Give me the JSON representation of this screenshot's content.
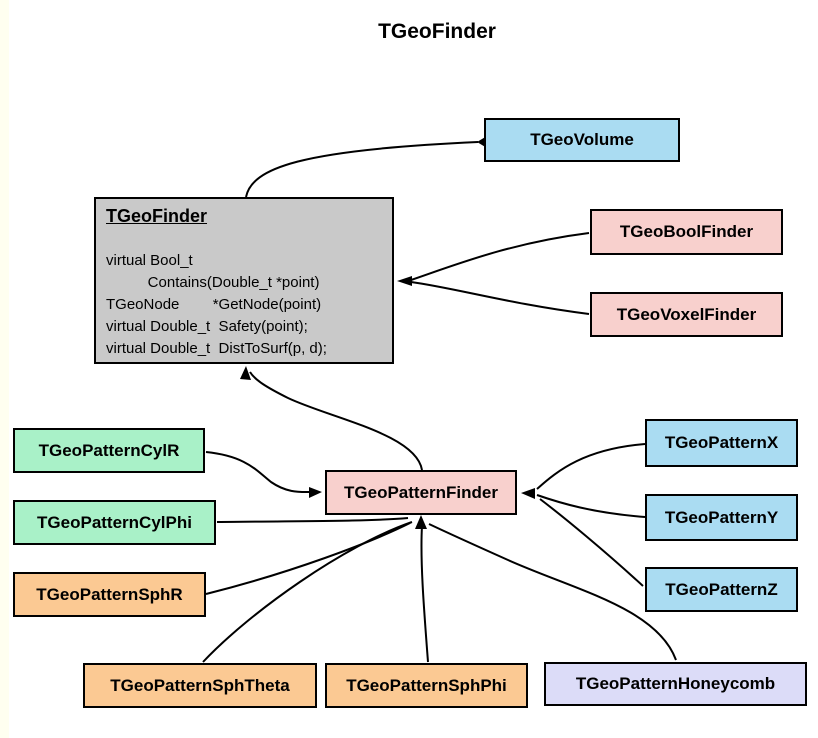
{
  "title": "TGeoFinder",
  "colors": {
    "main_class_fill": "#c9c9c9",
    "blue_fill": "#aadcf2",
    "pink_fill": "#f8d0cd",
    "green_fill": "#a9f1c8",
    "orange_fill": "#fbc993",
    "lavender_fill": "#dcdcf8",
    "line": "#000000",
    "page_background": "#ffffff",
    "left_strip": "#fffff0"
  },
  "main_class": {
    "name": "TGeoFinder",
    "methods": [
      "virtual Bool_t",
      "          Contains(Double_t *point)",
      "TGeoNode        *GetNode(point)",
      "virtual Double_t  Safety(point);",
      "virtual Double_t  DistToSurf(p, d);"
    ]
  },
  "nodes": {
    "volume": {
      "label": "TGeoVolume"
    },
    "bool_finder": {
      "label": "TGeoBoolFinder"
    },
    "voxel_finder": {
      "label": "TGeoVoxelFinder"
    },
    "pattern_finder": {
      "label": "TGeoPatternFinder"
    },
    "pattern_cyl_r": {
      "label": "TGeoPatternCylR"
    },
    "pattern_cyl_phi": {
      "label": "TGeoPatternCylPhi"
    },
    "pattern_sph_r": {
      "label": "TGeoPatternSphR"
    },
    "pattern_x": {
      "label": "TGeoPatternX"
    },
    "pattern_y": {
      "label": "TGeoPatternY"
    },
    "pattern_z": {
      "label": "TGeoPatternZ"
    },
    "pattern_sph_theta": {
      "label": "TGeoPatternSphTheta"
    },
    "pattern_sph_phi": {
      "label": "TGeoPatternSphPhi"
    },
    "pattern_honeycomb": {
      "label": "TGeoPatternHoneycomb"
    }
  }
}
